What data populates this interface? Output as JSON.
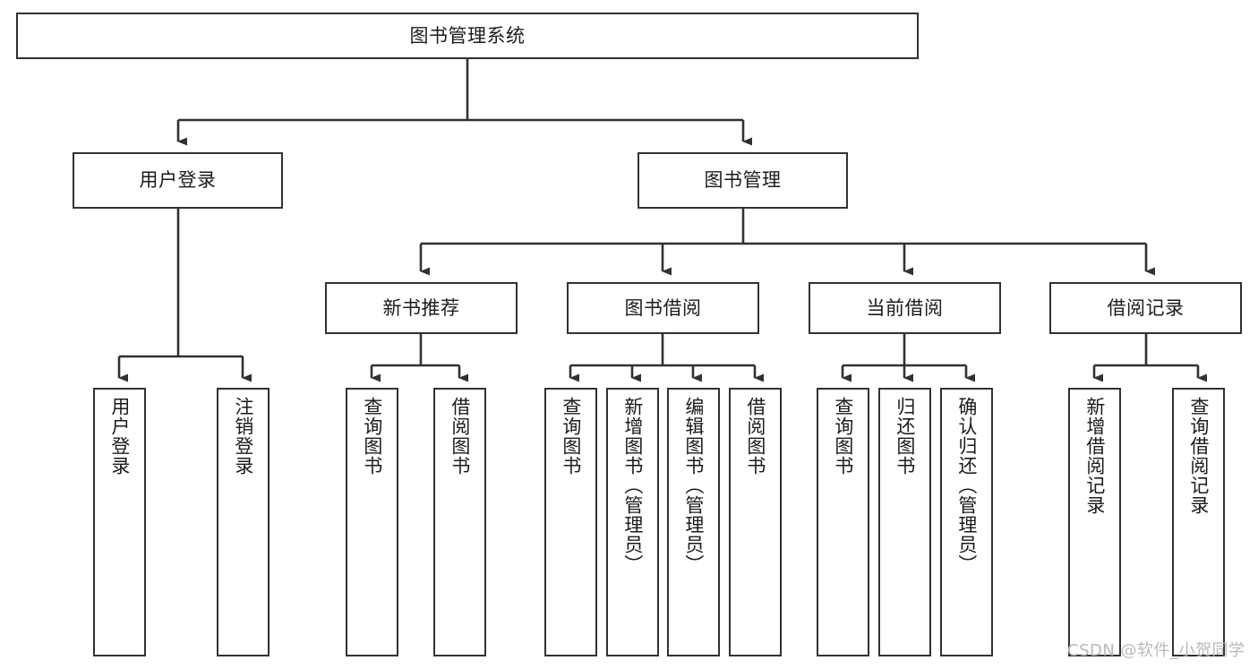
{
  "diagram": {
    "type": "tree-hierarchy",
    "title": "图书管理系统",
    "orientation": "top-down",
    "background_color": "#ffffff",
    "line_color": "#33312f",
    "text_color": "#1b1b1b",
    "nodes": {
      "root": {
        "label": "图书管理系统"
      },
      "level2": [
        {
          "id": "user-login",
          "label": "用户登录"
        },
        {
          "id": "book-manage",
          "label": "图书管理"
        }
      ],
      "level3": [
        {
          "id": "new-book-recommend",
          "label": "新书推荐"
        },
        {
          "id": "book-borrow",
          "label": "图书借阅"
        },
        {
          "id": "current-borrow",
          "label": "当前借阅"
        },
        {
          "id": "borrow-record",
          "label": "借阅记录"
        }
      ],
      "leaves": [
        {
          "id": "leaf-user-login",
          "label": "用户登录",
          "parent": "user-login"
        },
        {
          "id": "leaf-logout-login",
          "label": "注销登录",
          "parent": "user-login"
        },
        {
          "id": "leaf-query-book-1",
          "label": "查询图书",
          "parent": "new-book-recommend"
        },
        {
          "id": "leaf-borrow-book-1",
          "label": "借阅图书",
          "parent": "new-book-recommend"
        },
        {
          "id": "leaf-query-book-2",
          "label": "查询图书",
          "parent": "book-borrow"
        },
        {
          "id": "leaf-add-book",
          "label": "新增图书（管理员）",
          "parent": "book-borrow"
        },
        {
          "id": "leaf-edit-book",
          "label": "编辑图书（管理员）",
          "parent": "book-borrow"
        },
        {
          "id": "leaf-borrow-book-2",
          "label": "借阅图书",
          "parent": "book-borrow"
        },
        {
          "id": "leaf-query-book-3",
          "label": "查询图书",
          "parent": "current-borrow"
        },
        {
          "id": "leaf-return-book",
          "label": "归还图书",
          "parent": "current-borrow"
        },
        {
          "id": "leaf-confirm-return",
          "label": "确认归还（管理员）",
          "parent": "current-borrow"
        },
        {
          "id": "leaf-add-record",
          "label": "新增借阅记录",
          "parent": "borrow-record"
        },
        {
          "id": "leaf-query-record",
          "label": "查询借阅记录",
          "parent": "borrow-record"
        }
      ]
    }
  },
  "watermark": {
    "text": "CSDN @软件_小贺同学"
  }
}
